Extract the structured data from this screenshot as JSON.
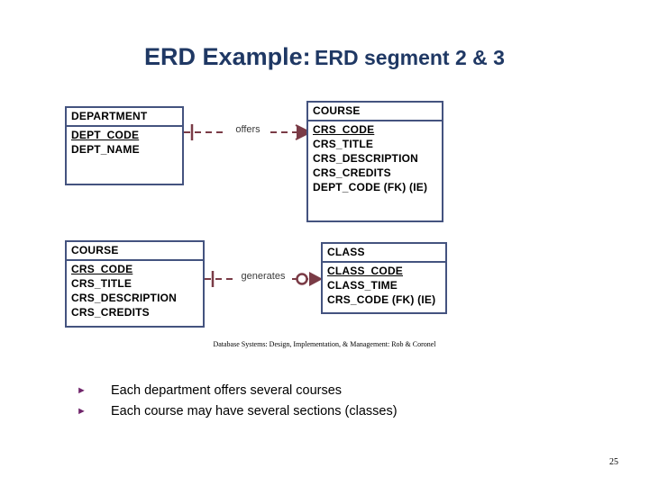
{
  "slide": {
    "title_strong": "ERD Example:",
    "title_rest": "ERD segment 2 & 3",
    "number": "25",
    "citation": "Database Systems: Design, Implementation, & Management: Rob & Coronel",
    "colors": {
      "title": "#1f3864",
      "entity_border": "#44537f",
      "connector": "#7a3b46",
      "bullet": "#70256b",
      "background": "#ffffff"
    }
  },
  "diagrams": [
    {
      "id": "erd-segment-2",
      "left_entity": {
        "name": "DEPARTMENT",
        "attributes": [
          {
            "label": "DEPT_CODE",
            "key": "PK"
          },
          {
            "label": "DEPT_NAME",
            "key": ""
          }
        ]
      },
      "relationship": {
        "label": "offers",
        "left_symbol": "one-mandatory",
        "right_symbol": "many-mandatory",
        "line_style": "dashed"
      },
      "right_entity": {
        "name": "COURSE",
        "attributes": [
          {
            "label": "CRS_CODE",
            "key": "PK"
          },
          {
            "label": "CRS_TITLE",
            "key": ""
          },
          {
            "label": "CRS_DESCRIPTION",
            "key": ""
          },
          {
            "label": "CRS_CREDITS",
            "key": ""
          },
          {
            "label": "DEPT_CODE (FK) (IE)",
            "key": "FK"
          }
        ]
      }
    },
    {
      "id": "erd-segment-3",
      "left_entity": {
        "name": "COURSE",
        "attributes": [
          {
            "label": "CRS_CODE",
            "key": "PK"
          },
          {
            "label": "CRS_TITLE",
            "key": ""
          },
          {
            "label": "CRS_DESCRIPTION",
            "key": ""
          },
          {
            "label": "CRS_CREDITS",
            "key": ""
          }
        ]
      },
      "relationship": {
        "label": "generates",
        "left_symbol": "one-mandatory",
        "right_symbol": "many-optional",
        "line_style": "dashed"
      },
      "right_entity": {
        "name": "CLASS",
        "attributes": [
          {
            "label": "CLASS_CODE",
            "key": "PK"
          },
          {
            "label": "CLASS_TIME",
            "key": ""
          },
          {
            "label": "CRS_CODE (FK) (IE)",
            "key": "FK"
          }
        ]
      }
    }
  ],
  "bullets": [
    {
      "marker": "►",
      "text": "Each department offers several courses"
    },
    {
      "marker": "►",
      "text": "Each course may have several sections (classes)"
    }
  ]
}
